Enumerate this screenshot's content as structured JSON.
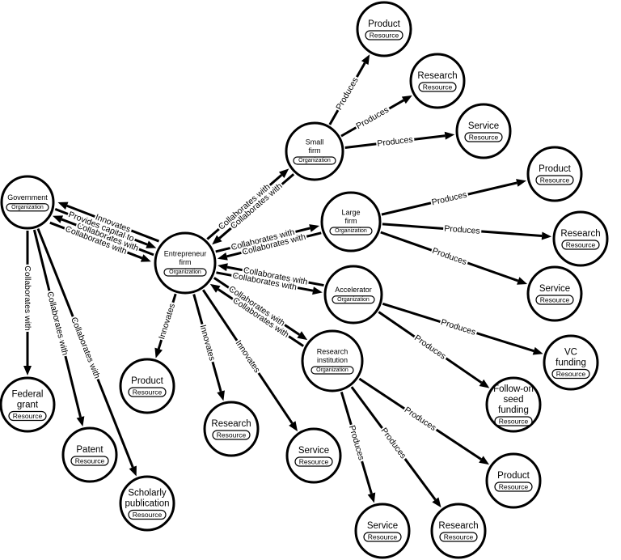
{
  "nodes": [
    {
      "id": "government",
      "lines": [
        "Government"
      ],
      "badge": "Organization"
    },
    {
      "id": "entrepreneur",
      "lines": [
        "Entrepreneur",
        "firm"
      ],
      "badge": "Organization"
    },
    {
      "id": "small_firm",
      "lines": [
        "Small",
        "firm"
      ],
      "badge": "Organization"
    },
    {
      "id": "large_firm",
      "lines": [
        "Large",
        "firm"
      ],
      "badge": "Organization"
    },
    {
      "id": "accelerator",
      "lines": [
        "Accelerator"
      ],
      "badge": "Organization"
    },
    {
      "id": "research_inst",
      "lines": [
        "Research",
        "institution"
      ],
      "badge": "Organization"
    },
    {
      "id": "sf_product",
      "lines": [
        "Product"
      ],
      "badge": "Resource"
    },
    {
      "id": "sf_research",
      "lines": [
        "Research"
      ],
      "badge": "Resource"
    },
    {
      "id": "sf_service",
      "lines": [
        "Service"
      ],
      "badge": "Resource"
    },
    {
      "id": "lf_product",
      "lines": [
        "Product"
      ],
      "badge": "Resource"
    },
    {
      "id": "lf_research",
      "lines": [
        "Research"
      ],
      "badge": "Resource"
    },
    {
      "id": "lf_service",
      "lines": [
        "Service"
      ],
      "badge": "Resource"
    },
    {
      "id": "vc_funding",
      "lines": [
        "VC",
        "funding"
      ],
      "badge": "Resource"
    },
    {
      "id": "followon",
      "lines": [
        "Follow-on",
        "seed",
        "funding"
      ],
      "badge": "Resource"
    },
    {
      "id": "ri_product",
      "lines": [
        "Product"
      ],
      "badge": "Resource"
    },
    {
      "id": "ri_service",
      "lines": [
        "Service"
      ],
      "badge": "Resource"
    },
    {
      "id": "ri_research",
      "lines": [
        "Research"
      ],
      "badge": "Resource"
    },
    {
      "id": "ef_product",
      "lines": [
        "Product"
      ],
      "badge": "Resource"
    },
    {
      "id": "ef_research",
      "lines": [
        "Research"
      ],
      "badge": "Resource"
    },
    {
      "id": "ef_service",
      "lines": [
        "Service"
      ],
      "badge": "Resource"
    },
    {
      "id": "federal_grant",
      "lines": [
        "Federal",
        "grant"
      ],
      "badge": "Resource"
    },
    {
      "id": "patent",
      "lines": [
        "Patent"
      ],
      "badge": "Resource"
    },
    {
      "id": "scholarly",
      "lines": [
        "Scholarly",
        "publication"
      ],
      "badge": "Resource"
    }
  ],
  "edges": [
    {
      "from": "government",
      "to": "entrepreneur",
      "label": "Collaborates with"
    },
    {
      "from": "entrepreneur",
      "to": "government",
      "label": "Collaborates with"
    },
    {
      "from": "government",
      "to": "entrepreneur",
      "label": "Provides capital to"
    },
    {
      "from": "entrepreneur",
      "to": "government",
      "label": "Innovates"
    },
    {
      "from": "government",
      "to": "federal_grant",
      "label": "Collaborates with"
    },
    {
      "from": "government",
      "to": "patent",
      "label": "Collaborates with"
    },
    {
      "from": "government",
      "to": "scholarly",
      "label": "Collaborates with"
    },
    {
      "from": "entrepreneur",
      "to": "small_firm",
      "label": "Collaborates with"
    },
    {
      "from": "small_firm",
      "to": "entrepreneur",
      "label": "Collaborates with"
    },
    {
      "from": "entrepreneur",
      "to": "large_firm",
      "label": "Collaborates with"
    },
    {
      "from": "large_firm",
      "to": "entrepreneur",
      "label": "Collaborates with"
    },
    {
      "from": "entrepreneur",
      "to": "accelerator",
      "label": "Collaborates with"
    },
    {
      "from": "accelerator",
      "to": "entrepreneur",
      "label": "Collaborates with"
    },
    {
      "from": "entrepreneur",
      "to": "research_inst",
      "label": "Collaborates with"
    },
    {
      "from": "research_inst",
      "to": "entrepreneur",
      "label": "Collaborates with"
    },
    {
      "from": "entrepreneur",
      "to": "ef_product",
      "label": "Innovates"
    },
    {
      "from": "entrepreneur",
      "to": "ef_research",
      "label": "Innovates"
    },
    {
      "from": "entrepreneur",
      "to": "ef_service",
      "label": "Innovates"
    },
    {
      "from": "small_firm",
      "to": "sf_product",
      "label": "Produces"
    },
    {
      "from": "small_firm",
      "to": "sf_research",
      "label": "Produces"
    },
    {
      "from": "small_firm",
      "to": "sf_service",
      "label": "Produces"
    },
    {
      "from": "large_firm",
      "to": "lf_product",
      "label": "Produces"
    },
    {
      "from": "large_firm",
      "to": "lf_research",
      "label": "Produces"
    },
    {
      "from": "large_firm",
      "to": "lf_service",
      "label": "Produces"
    },
    {
      "from": "accelerator",
      "to": "vc_funding",
      "label": "Produces"
    },
    {
      "from": "accelerator",
      "to": "followon",
      "label": "Produces"
    },
    {
      "from": "research_inst",
      "to": "ri_product",
      "label": "Produces"
    },
    {
      "from": "research_inst",
      "to": "ri_service",
      "label": "Produces"
    },
    {
      "from": "research_inst",
      "to": "ri_research",
      "label": "Produces"
    }
  ]
}
